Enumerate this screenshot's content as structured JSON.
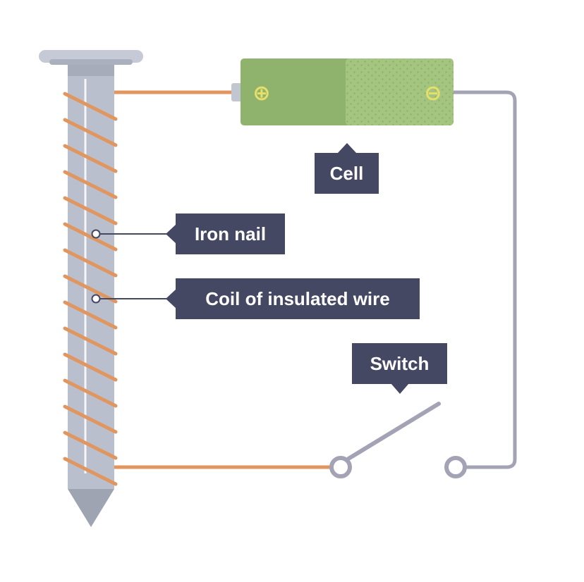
{
  "diagram": {
    "labels": {
      "cell": "Cell",
      "iron_nail": "Iron nail",
      "coil": "Coil of insulated wire",
      "switch": "Switch"
    },
    "battery": {
      "positive_symbol": "⊕",
      "negative_symbol": "⊖"
    },
    "colors": {
      "nail_body": "#b9bfcc",
      "nail_dark": "#9ea4b1",
      "coil_wire": "#e1955f",
      "return_wire": "#a3a3b5",
      "label_bg": "#454863",
      "label_text": "#ffffff",
      "battery_left": "#8fb36c",
      "battery_right": "#a3c47f",
      "battery_symbol": "#e8df6a"
    }
  }
}
